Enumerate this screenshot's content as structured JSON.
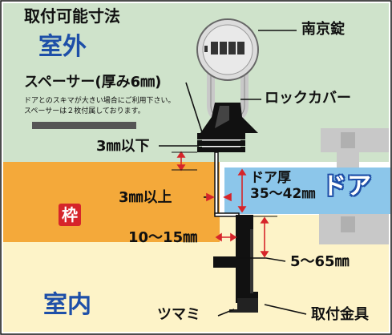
{
  "title": "取付可能寸法",
  "areas": {
    "outside": "室外",
    "inside": "室内",
    "frame": "枠",
    "door": "ドア"
  },
  "parts": {
    "padlock": "南京錠",
    "lock_cover": "ロックカバー",
    "spacer": "スペーサー(厚み6㎜)",
    "spacer_note_1": "ドアとのスキマが大きい場合にご利用下さい。",
    "spacer_note_2": "スペーサーは２枚付属しております。",
    "knob": "ツマミ",
    "bracket": "取付金具"
  },
  "dimensions": {
    "max_gap": "3㎜以下",
    "min_gap": "3㎜以上",
    "door_thickness_title": "ドア厚",
    "door_thickness_range": "35～42㎜",
    "offset": "10～15㎜",
    "depth": "5～65㎜"
  },
  "colors": {
    "outside_bg": "#cfe3cb",
    "frame": "#f4a93a",
    "inside_bg": "#fdf3c8",
    "door": "#8cc6ea",
    "door_word": "#1e4fa8",
    "wall": "#c8c8c8",
    "accent_red": "#d6252a",
    "lock_metal": "#dcdcdc",
    "cover": "#111111"
  },
  "icons": {
    "padlock": "combination-padlock-icon",
    "dimension": "dimension-arrow-icon"
  }
}
